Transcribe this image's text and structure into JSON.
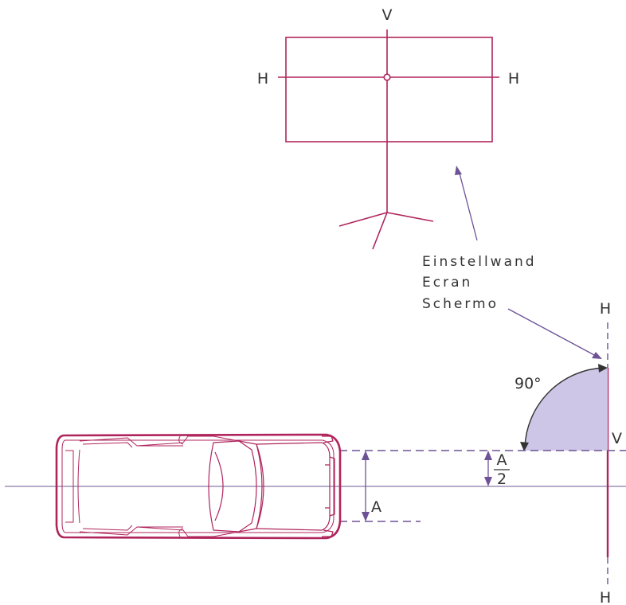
{
  "screen": {
    "top_label": "V",
    "left_label": "H",
    "right_label": "H"
  },
  "caption": {
    "lines": [
      "Einstellwand",
      "Ecran",
      "Schermo"
    ]
  },
  "wall": {
    "top_label": "H",
    "bottom_label": "H",
    "mid_label": "V"
  },
  "angle": {
    "label": "90°"
  },
  "dimensions": {
    "full_label": "A",
    "half_numerator": "A",
    "half_denominator": "2"
  },
  "colors": {
    "magenta": "#b0245c",
    "purple": "#6e5296",
    "angle_fill": "#cdc6e6",
    "axis": "#8a7aaa"
  }
}
